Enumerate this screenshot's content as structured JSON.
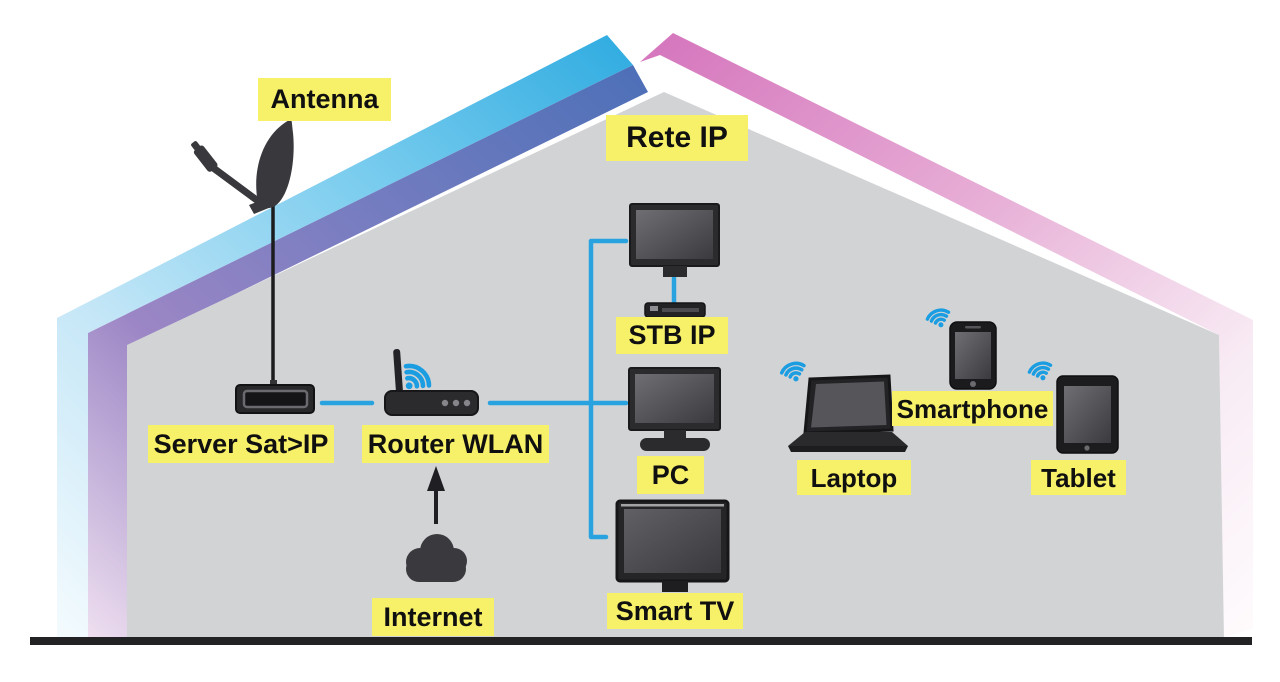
{
  "diagram": {
    "title": "Rete IP",
    "labels": {
      "antenna": "Antenna",
      "network": "Rete IP",
      "server": "Server Sat>IP",
      "router": "Router WLAN",
      "internet": "Internet",
      "stb": "STB IP",
      "pc": "PC",
      "smart_tv": "Smart TV",
      "laptop": "Laptop",
      "smartphone": "Smartphone",
      "tablet": "Tablet"
    },
    "devices": [
      "Antenna",
      "Server Sat>IP",
      "Router WLAN",
      "Internet",
      "STB IP",
      "PC",
      "Smart TV",
      "Laptop",
      "Smartphone",
      "Tablet"
    ],
    "wired_connections": [
      "Antenna - Server Sat>IP",
      "Server Sat>IP - Router WLAN",
      "Internet - Router WLAN",
      "Router WLAN - STB IP monitor",
      "Router WLAN - PC",
      "Router WLAN - Smart TV",
      "STB IP monitor - STB IP box"
    ],
    "wireless_devices": [
      "Laptop",
      "Smartphone",
      "Tablet"
    ],
    "colors": {
      "label_bg": "#f7f169",
      "label_text": "#101010",
      "connection_blue": "#29a3df",
      "wifi_blue": "#1b9de2",
      "house_fill": "#d2d3d5",
      "roof_left_outer": "#2caae0",
      "roof_left_inner": "#4b6fb7",
      "roof_left_inner_low": "#9c86c5",
      "roof_right": "#d678be",
      "device_body": "#2b2b2e",
      "ground": "#222222"
    }
  }
}
